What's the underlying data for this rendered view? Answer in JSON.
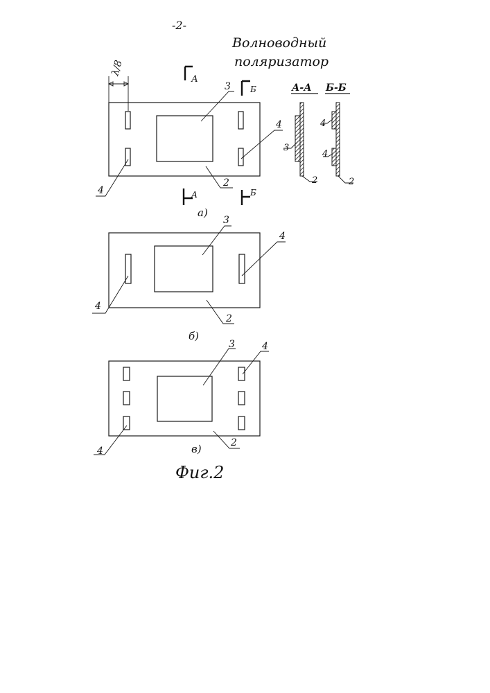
{
  "page_number": "-2-",
  "title_line1": "Волноводный",
  "title_line2": "поляризатор",
  "figure_caption": "Фиг.2",
  "subfigures": {
    "a": {
      "label": "а)"
    },
    "b": {
      "label": "б)"
    },
    "c": {
      "label": "в)"
    }
  },
  "dimension": {
    "text": "λ/8"
  },
  "section_marks": {
    "a_top": "А",
    "b_top": "Б",
    "a_bottom": "А",
    "b_bottom": "Б"
  },
  "sections": {
    "aa_title": "А-А",
    "bb_title": "Б-Б"
  },
  "callouts": {
    "window": "3",
    "plate": "2",
    "slot": "4"
  },
  "colors": {
    "ink": "#111111",
    "paper": "#ffffff"
  }
}
